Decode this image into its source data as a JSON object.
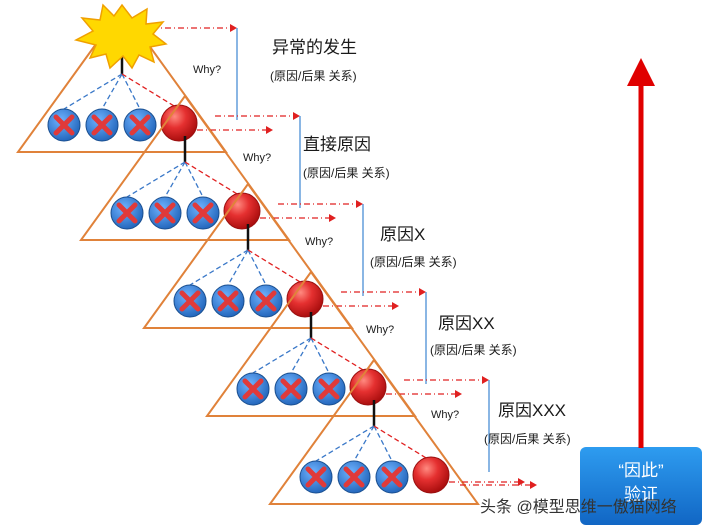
{
  "why_label": "Why?",
  "levels": [
    {
      "title": "异常的发生",
      "subtitle": "(原因/后果 关系)"
    },
    {
      "title": "直接原因",
      "subtitle": "(原因/后果 关系)"
    },
    {
      "title": "原因X",
      "subtitle": "(原因/后果 关系)"
    },
    {
      "title": "原因XX",
      "subtitle": "(原因/后果 关系)"
    },
    {
      "title": "原因XXX",
      "subtitle": "(原因/后果 关系)"
    }
  ],
  "verify_box": {
    "line1": "“因此”",
    "line2": "验证"
  },
  "watermark": "头条 @模型思维一傲猫网络",
  "colors": {
    "triangle": "#e0823a",
    "red_dash": "#e02020",
    "blue_dash": "#3a78c8",
    "ball": "#e03030",
    "x_circle": "#2f7fd0",
    "x_mark": "#e03a3a",
    "verify_box": "#1d8be0",
    "arrow": "#e00000",
    "explosion": "#ffd800"
  }
}
